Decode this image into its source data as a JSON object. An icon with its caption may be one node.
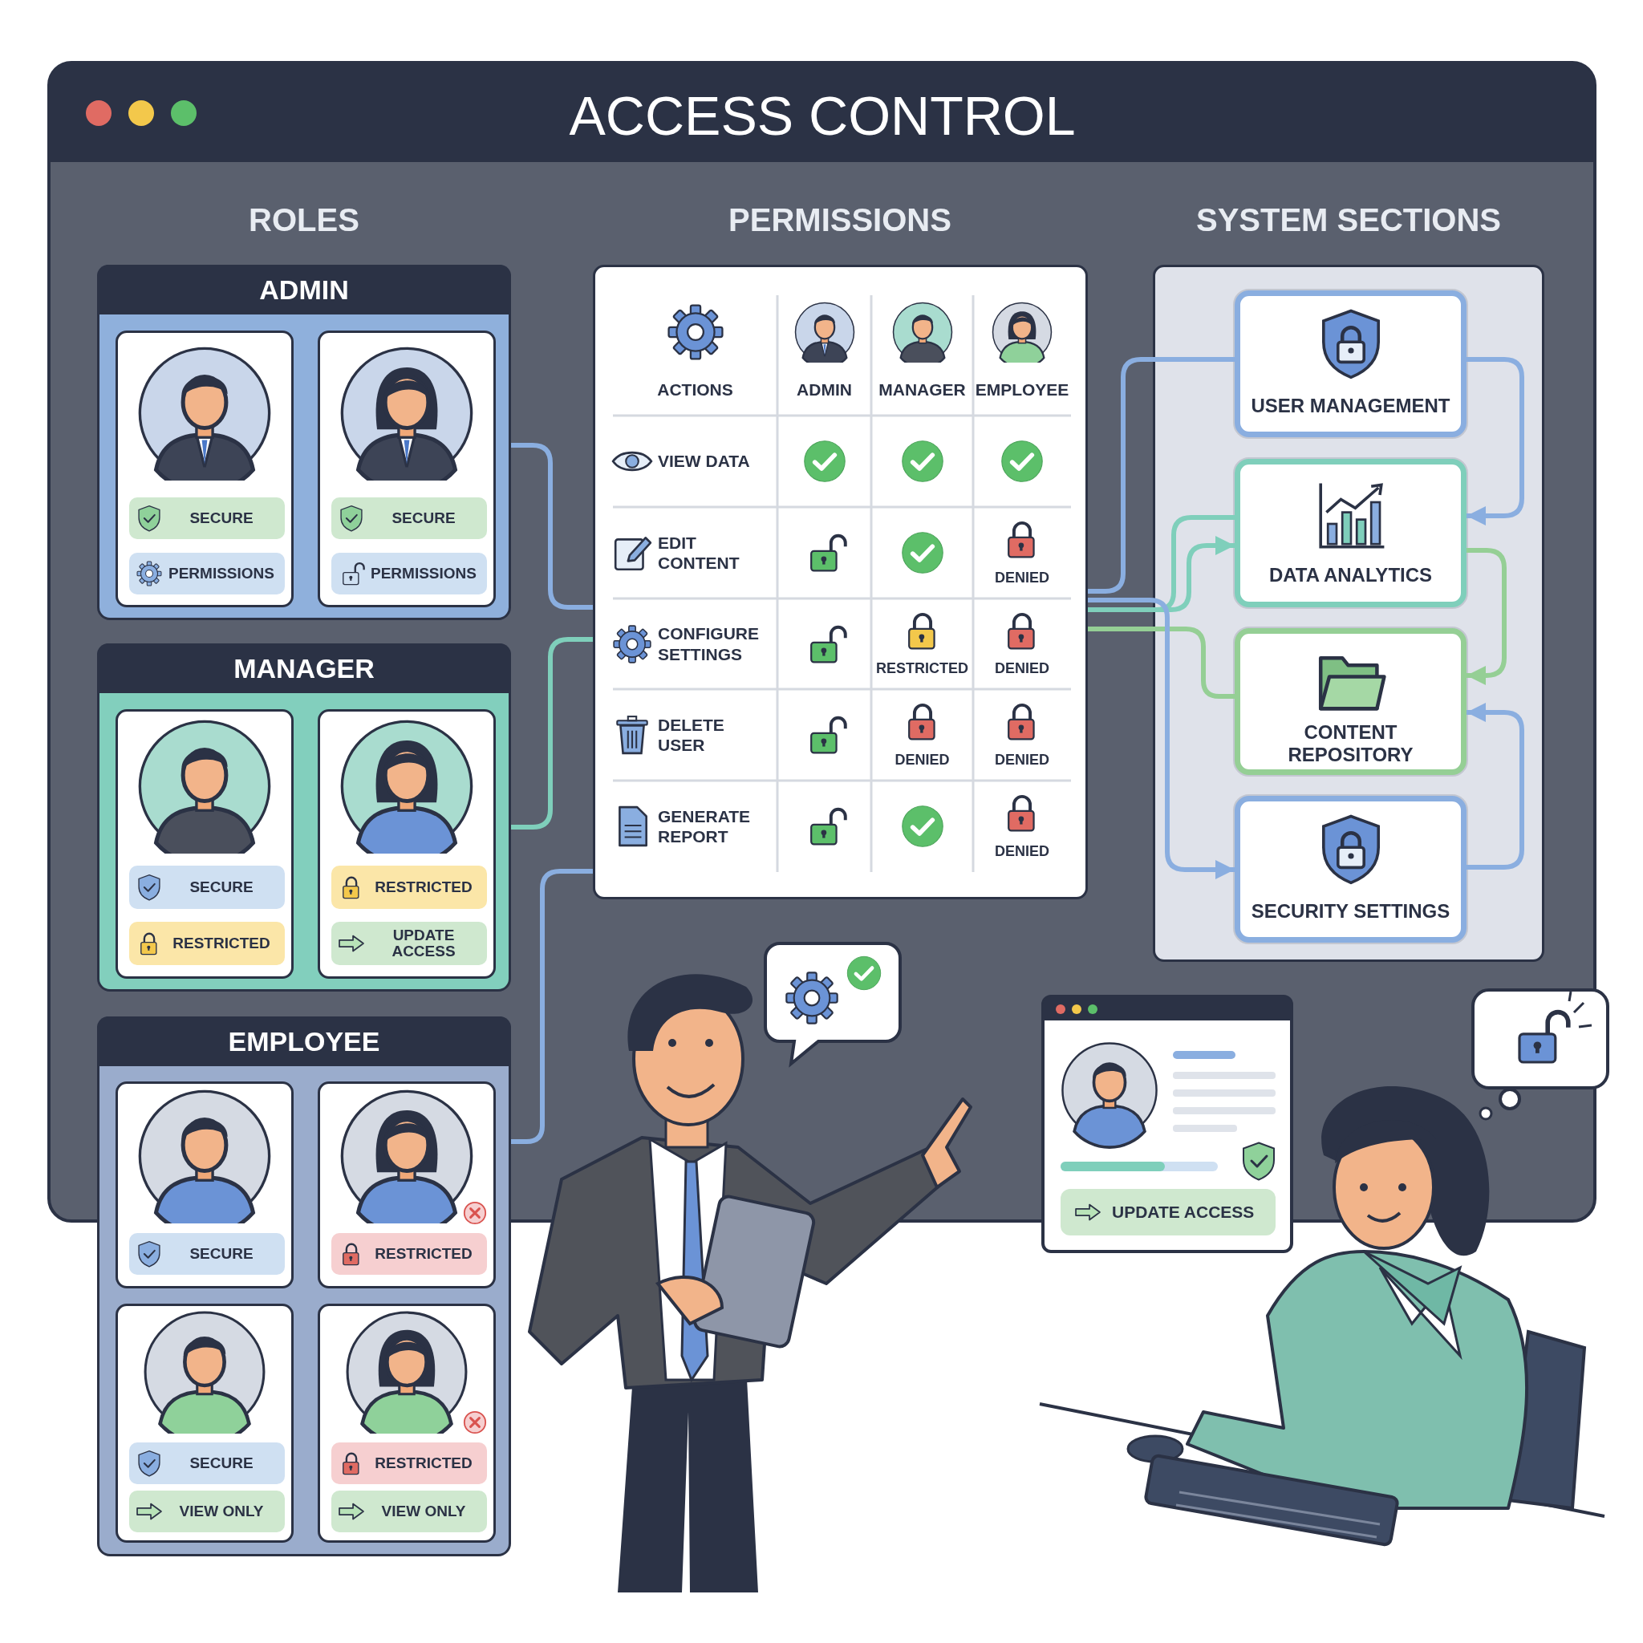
{
  "diagram": {
    "title": "ACCESS CONTROL",
    "nodes": [
      {
        "text": [
          "ADMIN"
        ]
      },
      {
        "text": [],
        "shape": "box",
        "in": 0
      },
      {
        "text": [
          "SECURE"
        ],
        "in": 1
      },
      {
        "text": [
          "PERMISSIONS"
        ],
        "in": 1
      },
      {
        "text": [],
        "shape": "box",
        "in": 0
      },
      {
        "text": [
          "SECURE"
        ],
        "in": 4
      },
      {
        "text": [
          "PERMISSIONS"
        ],
        "in": 4
      },
      {
        "text": [
          "MANAGER"
        ]
      },
      {
        "text": [],
        "shape": "box",
        "in": 7
      },
      {
        "text": [
          "SECURE"
        ],
        "in": 8
      },
      {
        "text": [
          "RESTRICTED"
        ],
        "in": 8
      },
      {
        "text": [],
        "shape": "box",
        "in": 7
      },
      {
        "text": [
          "RESTRICTED"
        ],
        "in": 11
      },
      {
        "text": [
          "UPDATE ACCESS"
        ],
        "in": 11
      },
      {
        "text": [
          "EMPLOYEE"
        ]
      },
      {
        "text": [],
        "shape": "box",
        "in": 14
      },
      {
        "text": [
          "SECURE"
        ],
        "in": 15
      },
      {
        "text": [],
        "shape": "box",
        "in": 14
      },
      {
        "text": [
          "RESTRICTED"
        ],
        "in": 17
      },
      {
        "text": [],
        "shape": "box",
        "in": 14
      },
      {
        "text": [
          "SECURE"
        ],
        "in": 19
      },
      {
        "text": [
          "VIEW ONLY"
        ],
        "in": 19
      },
      {
        "text": [],
        "shape": "box",
        "in": 14
      },
      {
        "text": [
          "RESTRICTED"
        ],
        "in": 22
      },
      {
        "text": [
          "VIEW ONLY"
        ],
        "in": 22
      },
      {
        "text": [],
        "shape": "box"
      },
      {
        "text": [],
        "shape": "box"
      },
      {
        "text": [
          "USER MANAGEMENT"
        ],
        "in": 26
      },
      {
        "text": [
          "DATA ANALYTICS"
        ],
        "in": 26
      },
      {
        "text": [
          "CONTENT REPOSITORY"
        ],
        "in": 26
      },
      {
        "text": [
          "SECURITY SETTINGS"
        ],
        "in": 26
      },
      {
        "text": [
          "UPDATE ACCESS"
        ]
      }
    ],
    "edges": [
      {
        "from": 0,
        "to": 25,
        "arrow": "none",
        "color": "#8aaee0"
      },
      {
        "from": 7,
        "to": 25,
        "arrow": "none",
        "color": "#7fcfbb"
      },
      {
        "from": 14,
        "to": 25,
        "arrow": "none",
        "color": "#8aaee0"
      },
      {
        "from": 25,
        "to": 27,
        "arrow": "none",
        "color": "#8aaee0"
      },
      {
        "from": 25,
        "to": 28,
        "arrow": "none",
        "color": "#7fcfbb"
      },
      {
        "from": 25,
        "to": 28,
        "arrow": "to",
        "color": "#7fcfbb"
      },
      {
        "from": 25,
        "to": 29,
        "arrow": "none",
        "color": "#95cf95"
      },
      {
        "from": 25,
        "to": 30,
        "arrow": "to",
        "color": "#8aaee0"
      },
      {
        "from": 27,
        "to": 28,
        "arrow": "to",
        "color": "#8aaee0"
      },
      {
        "from": 28,
        "to": 29,
        "arrow": "to",
        "color": "#95cf95"
      },
      {
        "from": 30,
        "to": 29,
        "arrow": "to",
        "color": "#8aaee0"
      }
    ],
    "labels": [
      "ROLES",
      "PERMISSIONS",
      "SYSTEM SECTIONS",
      "ACTIONS",
      "ADMIN",
      "MANAGER",
      "EMPLOYEE",
      "VIEW DATA",
      "EDIT CONTENT",
      "DENIED",
      "CONFIGURE SETTINGS",
      "RESTRICTED",
      "DENIED",
      "DELETE USER",
      "DENIED",
      "DENIED",
      "GENERATE REPORT",
      "DENIED"
    ]
  }
}
